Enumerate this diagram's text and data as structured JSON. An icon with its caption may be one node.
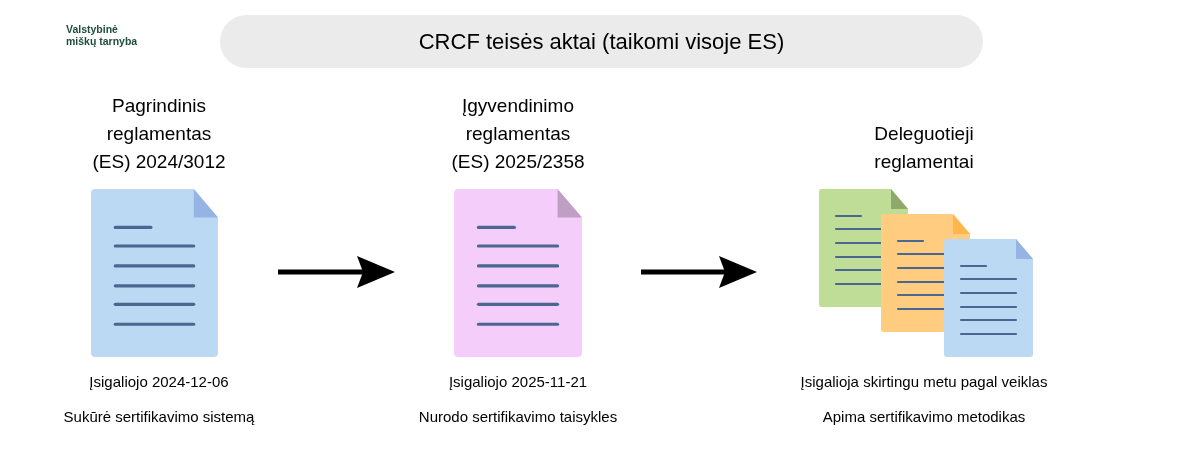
{
  "diagram": {
    "title": "CRCF teisės aktai (taikomi visoje ES)",
    "nodes": [
      {
        "text": [
          "Pagrindinis reglamentas (ES) 2024/3012"
        ],
        "beside": [
          "Įsigaliojo 2024-12-06",
          "Sukūrė sertifikavimo sistemą"
        ]
      },
      {
        "text": [
          "Įgyvendinimo reglamentas (ES) 2025/2358"
        ],
        "beside": [
          "Įsigaliojo 2025-11-21",
          "Nurodo sertifikavimo taisykles"
        ]
      },
      {
        "text": [
          "Deleguotieji reglamentai"
        ],
        "beside": [
          "Įsigalioja skirtingu metu pagal veiklas",
          "Apima sertifikavimo metodikas"
        ]
      }
    ],
    "edges": [
      {
        "from": 0,
        "to": 1,
        "arrow": "to"
      },
      {
        "from": 1,
        "to": 2,
        "arrow": "to"
      }
    ],
    "labels": [
      "Valstybinė miškų tarnyba"
    ]
  }
}
